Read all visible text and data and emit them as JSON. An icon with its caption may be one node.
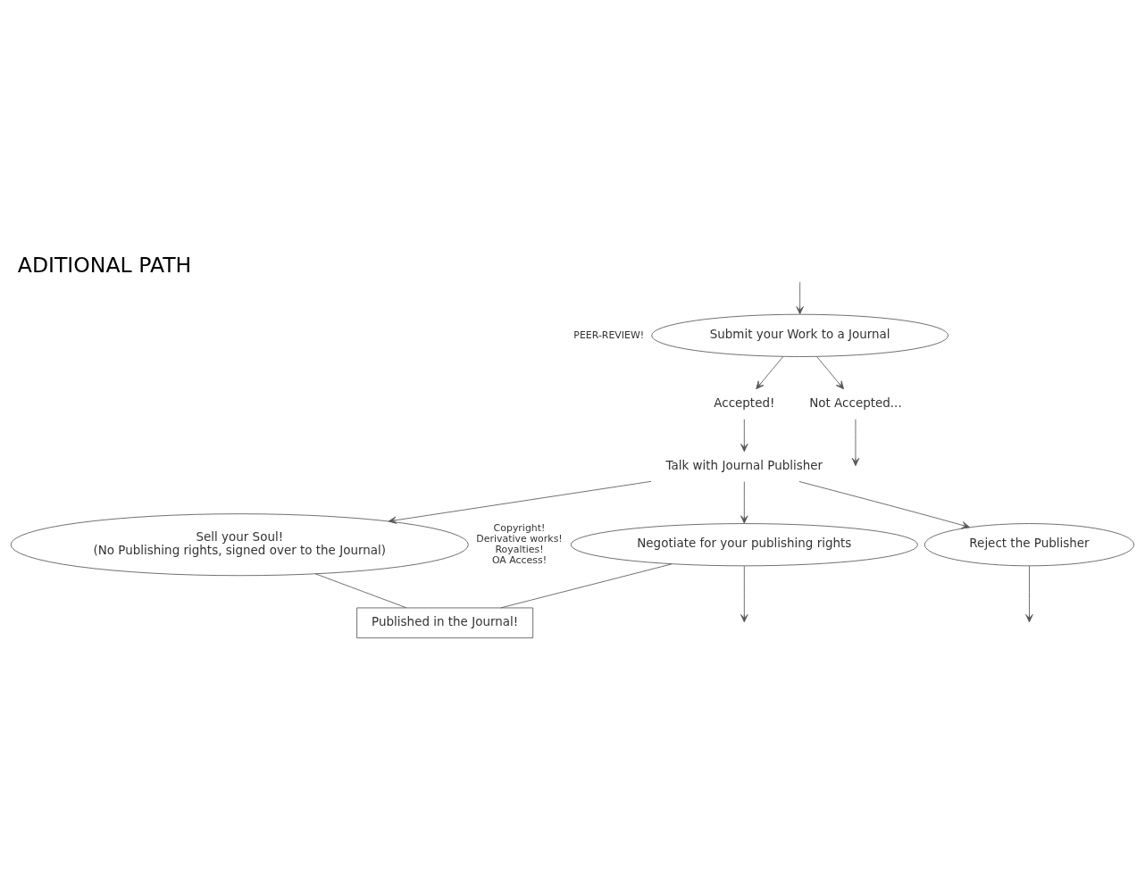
{
  "diagram": {
    "title": "ADITIONAL PATH",
    "nodes": [
      {
        "text": [
          "Submit your Work to a Journal"
        ],
        "beside": [
          "PEER-REVIEW!"
        ]
      },
      {
        "text": [
          "Accepted!"
        ]
      },
      {
        "text": [
          "Talk with Journal Publisher"
        ]
      },
      {
        "text": [
          "Not Accepted..."
        ]
      },
      {
        "text": [
          "Sell your Soul!",
          "(No Publishing rights, signed over to the Journal)"
        ]
      },
      {
        "text": [
          "Negotiate for your publishing rights"
        ],
        "beside": [
          "Copyright!",
          "Derivative works!",
          "Royalties!",
          "OA Access!"
        ]
      },
      {
        "text": [
          "Reject the Publisher"
        ]
      },
      {
        "text": [
          "Published in the Journal!"
        ]
      }
    ],
    "edges": [
      {
        "from": null,
        "to": 0,
        "arrow": "to"
      },
      {
        "from": 0,
        "to": 1,
        "arrow": "to"
      },
      {
        "from": 1,
        "to": 2,
        "arrow": "to"
      },
      {
        "from": 0,
        "to": 3,
        "arrow": "to"
      },
      {
        "from": 2,
        "to": 4,
        "arrow": "to"
      },
      {
        "from": 2,
        "to": 5,
        "arrow": "to"
      },
      {
        "from": 2,
        "to": 6,
        "arrow": "to"
      },
      {
        "from": 3,
        "to": null,
        "arrow": "to"
      },
      {
        "from": 6,
        "to": null,
        "arrow": "to"
      },
      {
        "from": 4,
        "to": 7,
        "arrow": "none"
      },
      {
        "from": 5,
        "to": 7,
        "arrow": "none"
      },
      {
        "from": 5,
        "to": null,
        "arrow": "to"
      }
    ]
  }
}
